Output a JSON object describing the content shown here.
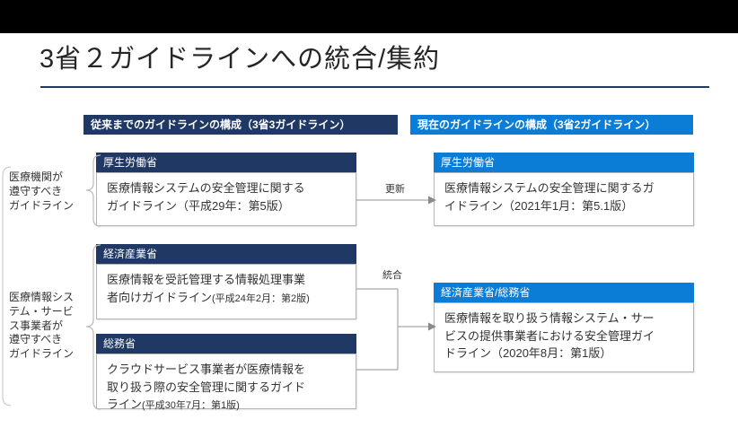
{
  "slide": {
    "title": "3省２ガイドラインへの統合/集約"
  },
  "group_headers": {
    "before": "従来までのガイドラインの構成（3省3ガイドライン）",
    "after": "現在のガイドラインの構成（3省2ガイドライン）"
  },
  "side_labels": {
    "medical_institutions": "医療機関が\n遵守すべき\nガイドライン",
    "service_providers": "医療情報シス\nテム・サービ\nス事業者が\n遵守すべき\nガイドライン"
  },
  "before_boxes": [
    {
      "ministry": "厚生労働省",
      "body": "医療情報システムの安全管理に関する\nガイドライン（平成29年：第5版）"
    },
    {
      "ministry": "経済産業省",
      "body": "医療情報を受託管理する情報処理事業\n者向けガイドライン",
      "note": "(平成24年2月：第2版)"
    },
    {
      "ministry": "総務省",
      "body": "クラウドサービス事業者が医療情報を\n取り扱う際の安全管理に関するガイド\nライン",
      "note": "(平成30年7月：第1版)"
    }
  ],
  "after_boxes": [
    {
      "ministry": "厚生労働省",
      "body": "医療情報システムの安全管理に関するガ\nイドライン（2021年1月：第5.1版）"
    },
    {
      "ministry": "経済産業省/総務省",
      "body": "医療情報を取り扱う情報システム・サー\nビスの提供事業者における安全管理ガイ\nドライン（2020年8月：第1版）"
    }
  ],
  "connectors": {
    "update_label": "更新",
    "merge_label": "統合"
  },
  "colors": {
    "navy": "#1f3864",
    "blue": "#0b7dd7",
    "connector_gray": "#a6a6a6",
    "arrowhead_gray": "#8a8a8a",
    "border_gray": "#b5b5b5",
    "bracket_gray": "#bcbcbc"
  }
}
